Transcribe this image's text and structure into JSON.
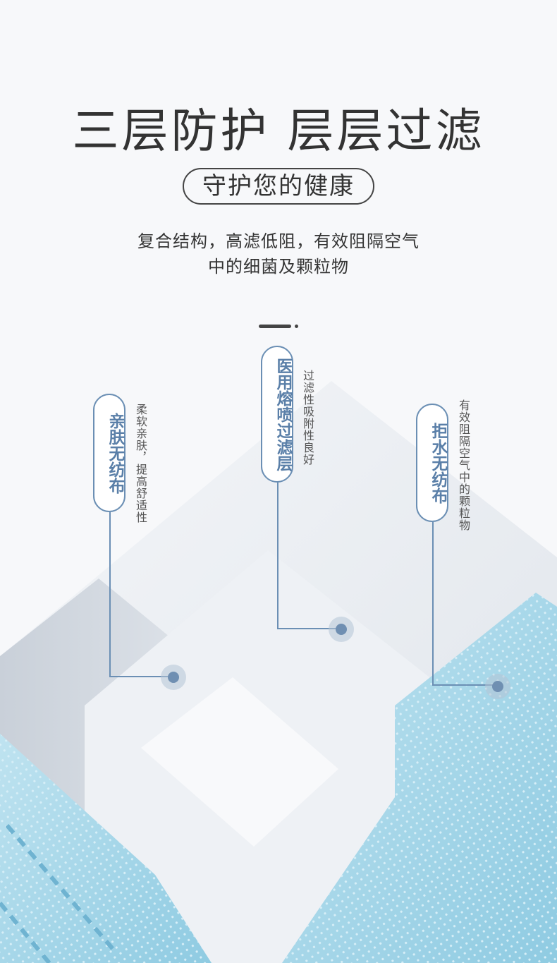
{
  "header": {
    "title": "三层防护  层层过滤",
    "subtitle": "守护您的健康",
    "description_line1": "复合结构，高滤低阻，有效阻隔空气",
    "description_line2": "中的细菌及颗粒物"
  },
  "layers": [
    {
      "name": "亲肤无纺布",
      "description": "柔软亲肤，提高舒适性"
    },
    {
      "name": "医用熔喷过滤层",
      "description": "过滤性吸附性良好"
    },
    {
      "name": "拒水无纺布",
      "description": "有效阻隔空气中的颗粒物"
    }
  ],
  "colors": {
    "accent": "#6b8fb4",
    "mask_blue": "#a8d8ea",
    "background": "#f7f8fa"
  }
}
